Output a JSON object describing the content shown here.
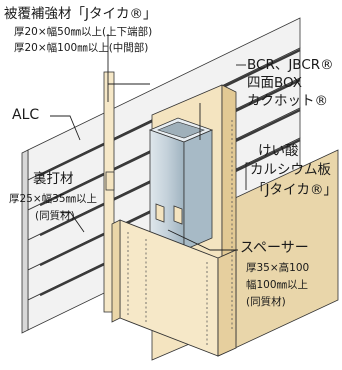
{
  "labels": {
    "reinforcement": {
      "title": "被覆補強材「Jタイカ®」",
      "line1": "厚20×幅50㎜以上(上下端部)",
      "line2": "厚20×幅100㎜以上(中間部)"
    },
    "alc": "ALC",
    "box": {
      "line1": "BCR、JBCR®",
      "line2": "四面BOX",
      "line3": "カクホット®"
    },
    "board": {
      "line1": "けい酸",
      "line2": "カルシウム板",
      "line3": "「Jタイカ®」"
    },
    "backing": {
      "title": "裏打材",
      "line1": "厚25×幅35㎜以上",
      "line2": "(同質材)"
    },
    "spacer": {
      "title": "スペーサー",
      "line1": "厚35×高100",
      "line2": "幅100㎜以上",
      "line3": "(同質材)"
    }
  },
  "colors": {
    "alc_face": "#f1f1f1",
    "alc_joint": "#4a4a4a",
    "board": "#f6e8c8",
    "board_side": "#e8d2a4",
    "column": "#c8d4dc",
    "column_dark": "#8ea4b2",
    "line": "#333333"
  }
}
